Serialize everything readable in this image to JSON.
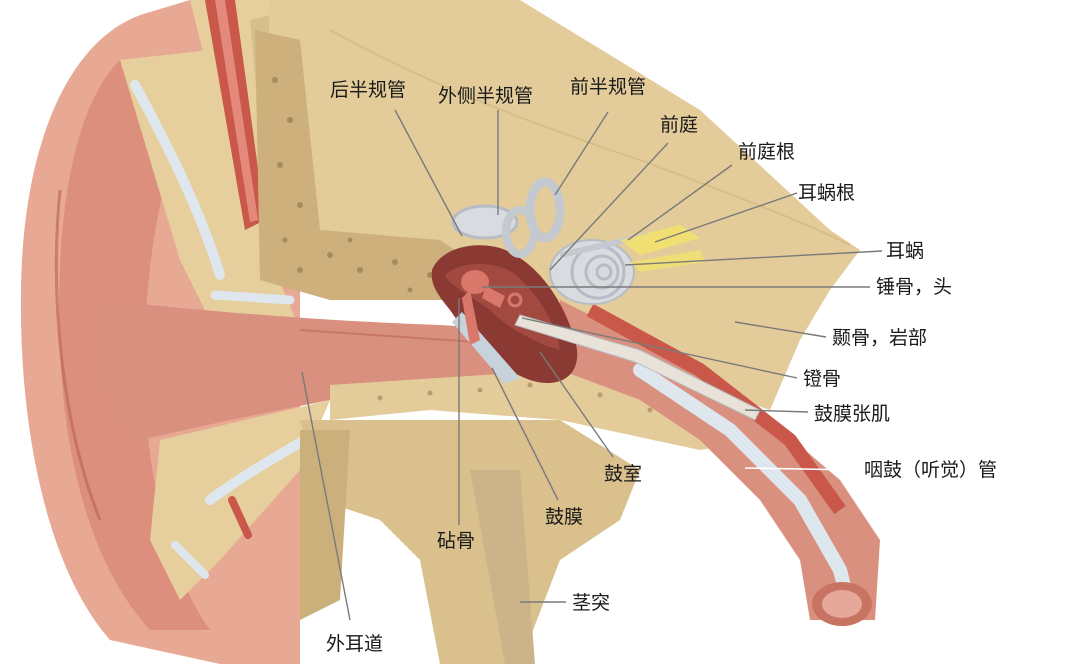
{
  "labels": {
    "posterior_canal": "后半规管",
    "lateral_canal": "外侧半规管",
    "anterior_canal": "前半规管",
    "vestibule": "前庭",
    "vestibular_root": "前庭根",
    "cochlear_root": "耳蜗根",
    "cochlea": "耳蜗",
    "malleus_head": "锤骨，头",
    "temporal_petrous": "颞骨，岩部",
    "stapes": "镫骨",
    "tensor_tympani": "鼓膜张肌",
    "eustachian_tube": "咽鼓（听觉）管",
    "tympanic_cavity": "鼓室",
    "tympanic_membrane": "鼓膜",
    "incus": "砧骨",
    "styloid": "茎突",
    "external_canal": "外耳道"
  },
  "colors": {
    "skin": "#e8a796",
    "skin_dark": "#c97462",
    "bone": "#e6cf9c",
    "bone_dark": "#c9a769",
    "cartilage": "#dfe7ee",
    "muscle": "#c9574a",
    "canal": "#d88f7f",
    "nerve": "#f3e36a"
  }
}
